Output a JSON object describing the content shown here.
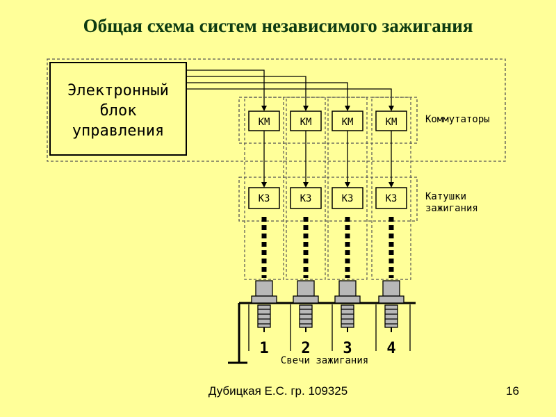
{
  "slide": {
    "title": "Общая схема систем независимого зажигания",
    "author": "Дубицкая Е.С. гр. 109325",
    "page_number": "16"
  },
  "diagram": {
    "ecu_lines": [
      "Электронный",
      "блок",
      "управления"
    ],
    "commutator_label": "КМ",
    "coil_label": "КЗ",
    "commutators_group_label": "Коммутаторы",
    "coils_group_label": [
      "Катушки",
      "зажигания"
    ],
    "plugs_caption": "Свечи зажигания",
    "cylinder_numbers": [
      "1",
      "2",
      "3",
      "4"
    ]
  },
  "colors": {
    "background": "#FFFF99",
    "title": "#0d3b12",
    "lines": "#000000",
    "dashed": "#555555",
    "plug_metal": "#b8b8b8"
  }
}
